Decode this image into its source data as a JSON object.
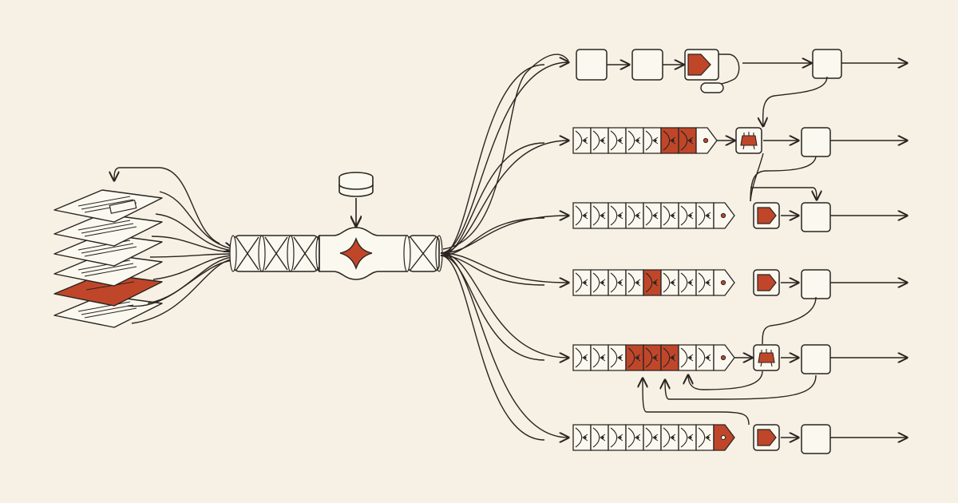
{
  "palette": {
    "background": "#f6f1e4",
    "ink": "#2a2420",
    "paper": "#fbf8ef",
    "accent": "#c0462a"
  },
  "diagram": {
    "caption": "",
    "input": {
      "kind": "document-stack",
      "page_count": 6,
      "highlighted_page": 4
    },
    "pipeline": [
      {
        "kind": "twisted-pipe",
        "segments": 3
      },
      {
        "kind": "database-icon",
        "feeds": "merge-node"
      },
      {
        "kind": "merge-node",
        "icon": "diamond"
      },
      {
        "kind": "twisted-pipe",
        "segments": 1
      }
    ],
    "branches": [
      {
        "id": 1,
        "kind": "simple-boxes",
        "box_count": 2,
        "has_accent_tag": true,
        "loop_back": true,
        "output_arrow": true
      },
      {
        "id": 2,
        "kind": "chain",
        "highlight": "end",
        "has_agent_icon": true,
        "output_arrow": true
      },
      {
        "id": 3,
        "kind": "chain",
        "highlight": "none",
        "has_accent_tag": true,
        "output_arrow": true
      },
      {
        "id": 4,
        "kind": "chain",
        "highlight": "middle",
        "has_accent_tag": true,
        "output_arrow": true
      },
      {
        "id": 5,
        "kind": "chain",
        "highlight": "center",
        "has_agent_icon": true,
        "loop_back": true,
        "output_arrow": true
      },
      {
        "id": 6,
        "kind": "chain",
        "highlight": "end-tag",
        "has_accent_tag": true,
        "output_arrow": true
      }
    ]
  }
}
